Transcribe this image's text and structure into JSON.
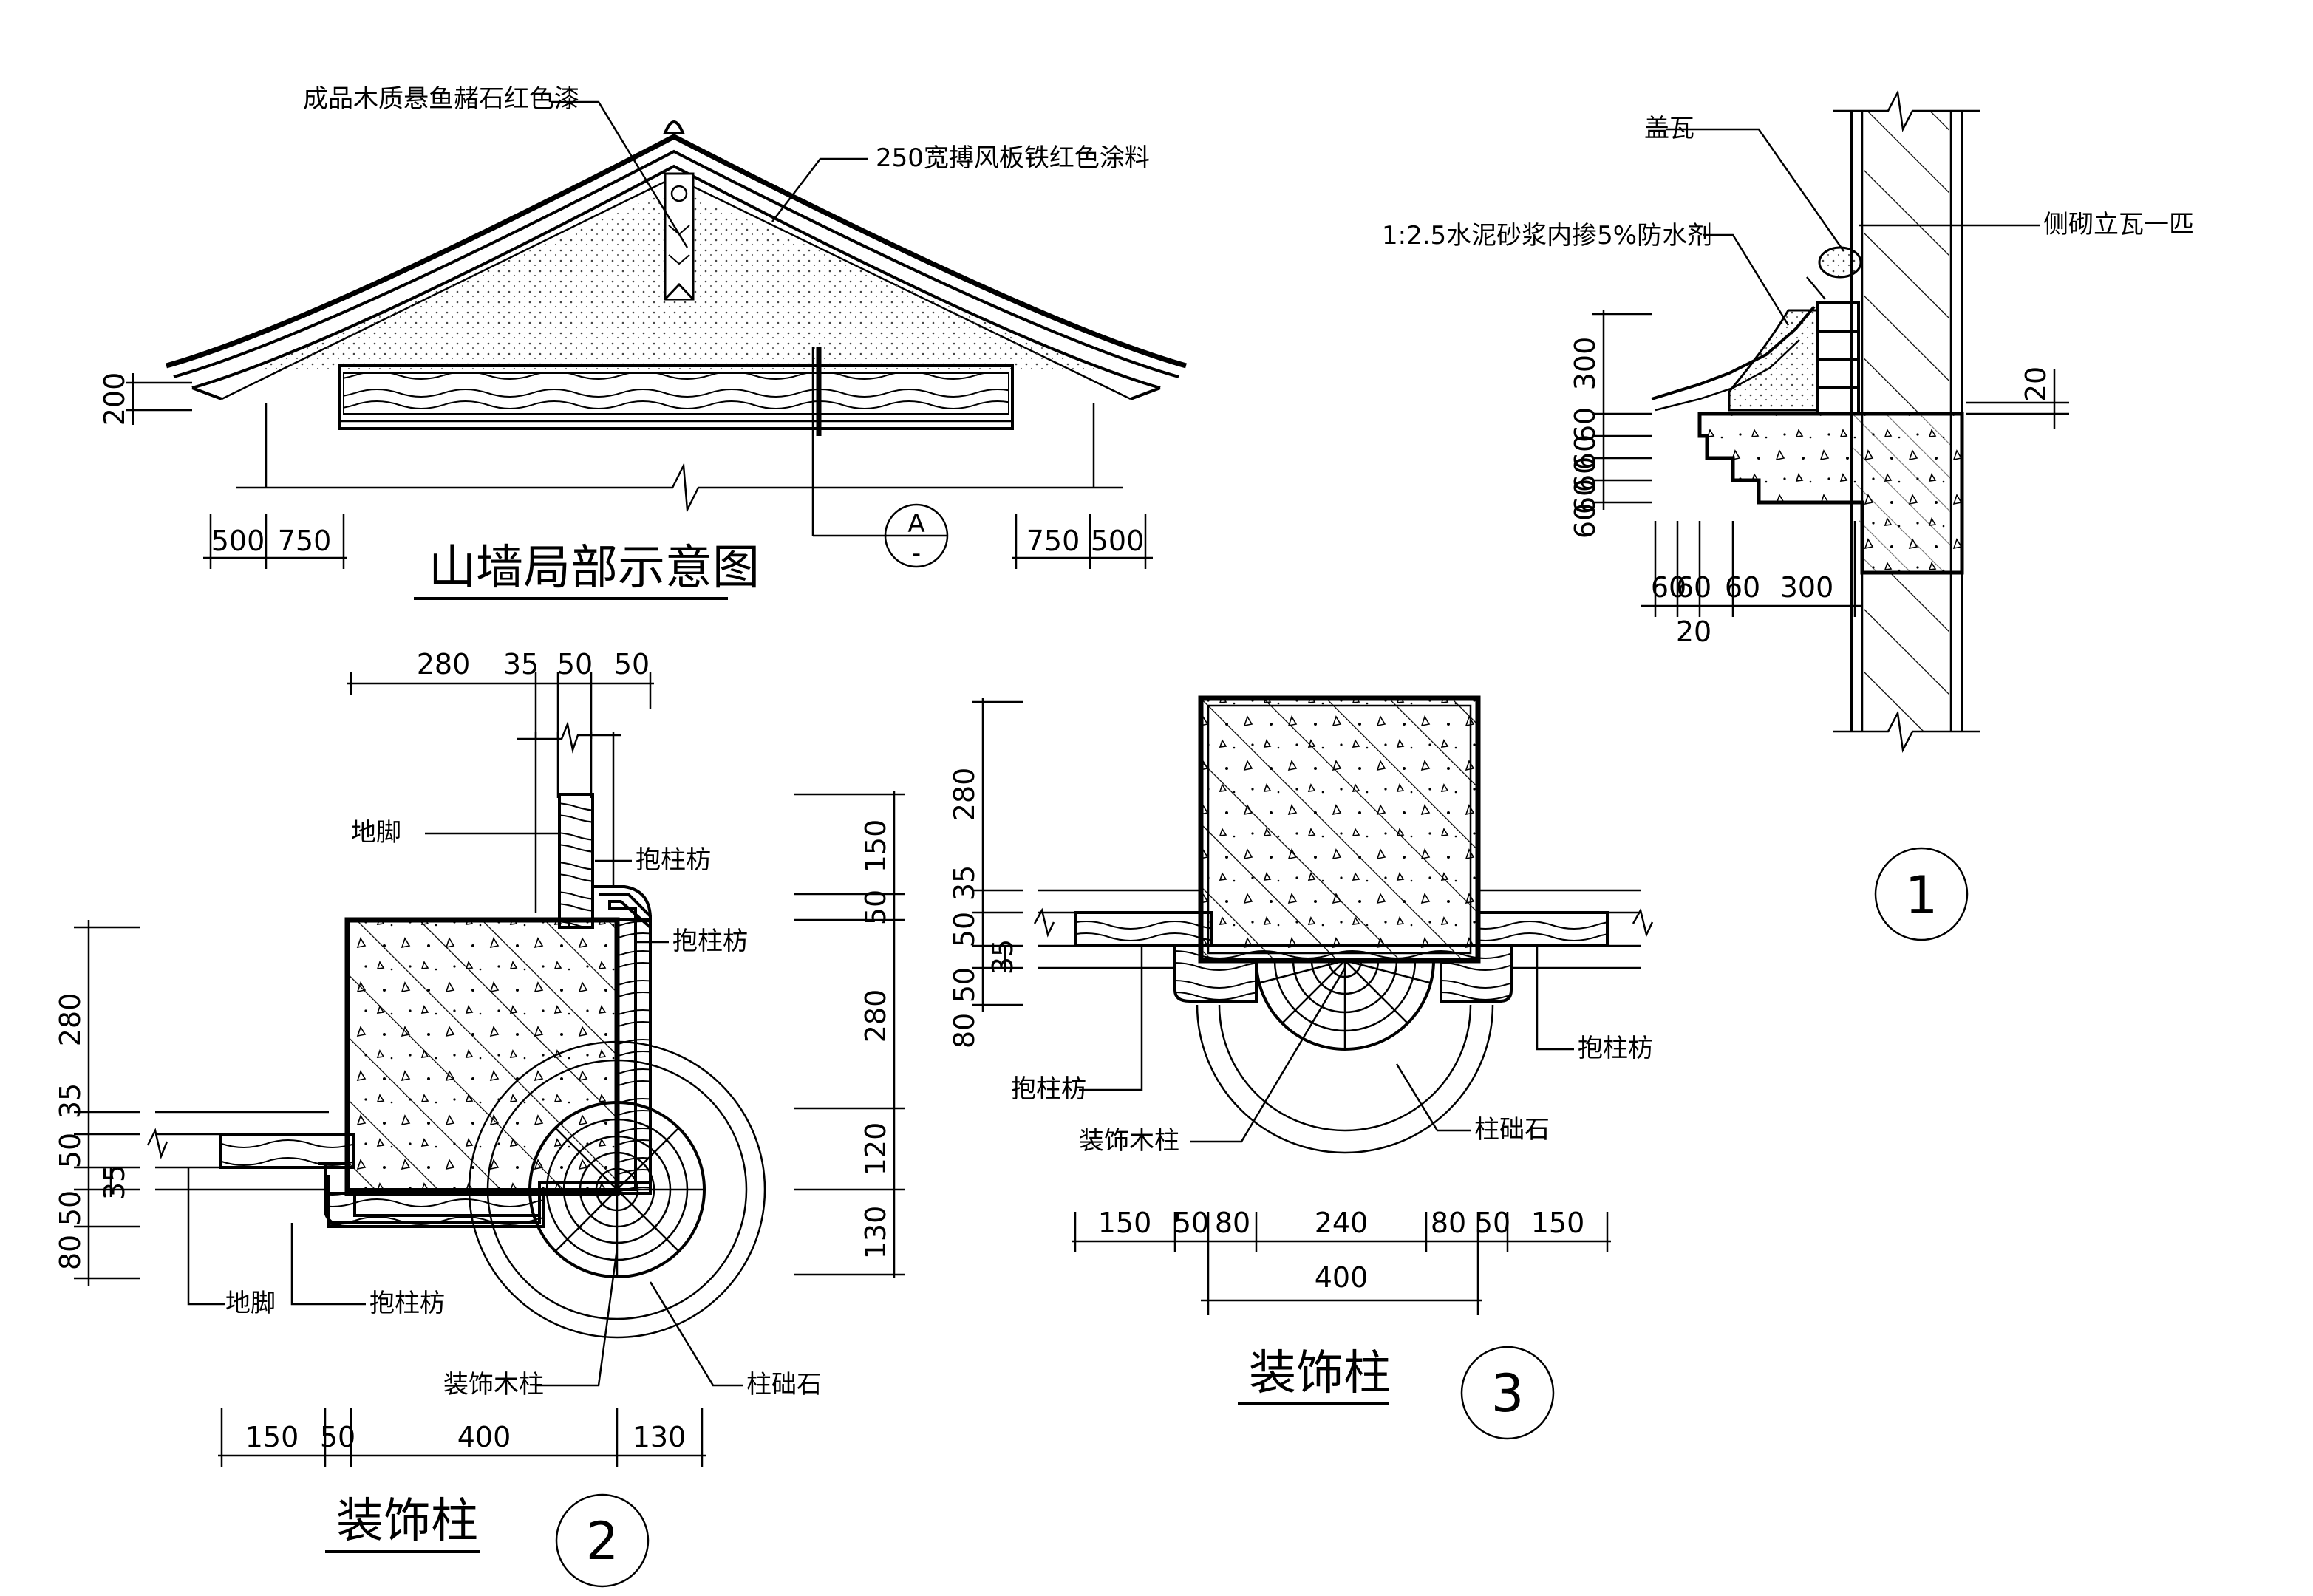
{
  "gable": {
    "title": "山墙局部示意图",
    "label_ornament": "成品木质悬鱼赭石红色漆",
    "label_board": "250宽搏风板铁红色涂料",
    "section_mark": "A",
    "section_mark_sub": "-",
    "dims_left": [
      "500",
      "750"
    ],
    "dims_right": [
      "750",
      "500"
    ],
    "dim_side": "200"
  },
  "detail1": {
    "number": "1",
    "label_cap_tile": "盖瓦",
    "label_mortar": "1:2.5水泥砂浆内掺5%防水剂",
    "label_side_tile": "侧砌立瓦一匹",
    "dims_vertical": [
      "300",
      "60",
      "60",
      "60",
      "60",
      "60"
    ],
    "dims_bottom": [
      "60",
      "60",
      "60",
      "300"
    ],
    "dim_bottom_extra": "20",
    "dim_right": "20"
  },
  "detail2": {
    "number": "2",
    "title": "装饰柱",
    "labels": {
      "dijiao_top": "地脚",
      "baozhufang_1": "抱柱枋",
      "baozhufang_2": "抱柱枋",
      "dijiao_bottom": "地脚",
      "baozhufang_bottom": "抱柱枋",
      "column": "装饰木柱",
      "base_stone": "柱础石"
    },
    "dims_top": [
      "280",
      "35",
      "50",
      "50"
    ],
    "dims_left": [
      "280",
      "35",
      "50",
      "50",
      "80"
    ],
    "dim_left_extra": "35",
    "dims_right": [
      "150",
      "50",
      "280",
      "120",
      "130"
    ],
    "dims_bottom": [
      "150",
      "50",
      "400",
      "130"
    ]
  },
  "detail3": {
    "number": "3",
    "title": "装饰柱",
    "labels": {
      "baozhufang_left": "抱柱枋",
      "column": "装饰木柱",
      "base_stone": "柱础石",
      "baozhufang_right": "抱柱枋"
    },
    "dims_left": [
      "280",
      "35",
      "50",
      "50",
      "80"
    ],
    "dim_left_extra": "35",
    "dims_bottom": [
      "150",
      "50",
      "80",
      "240",
      "80",
      "50",
      "150"
    ],
    "dim_total": "400"
  }
}
